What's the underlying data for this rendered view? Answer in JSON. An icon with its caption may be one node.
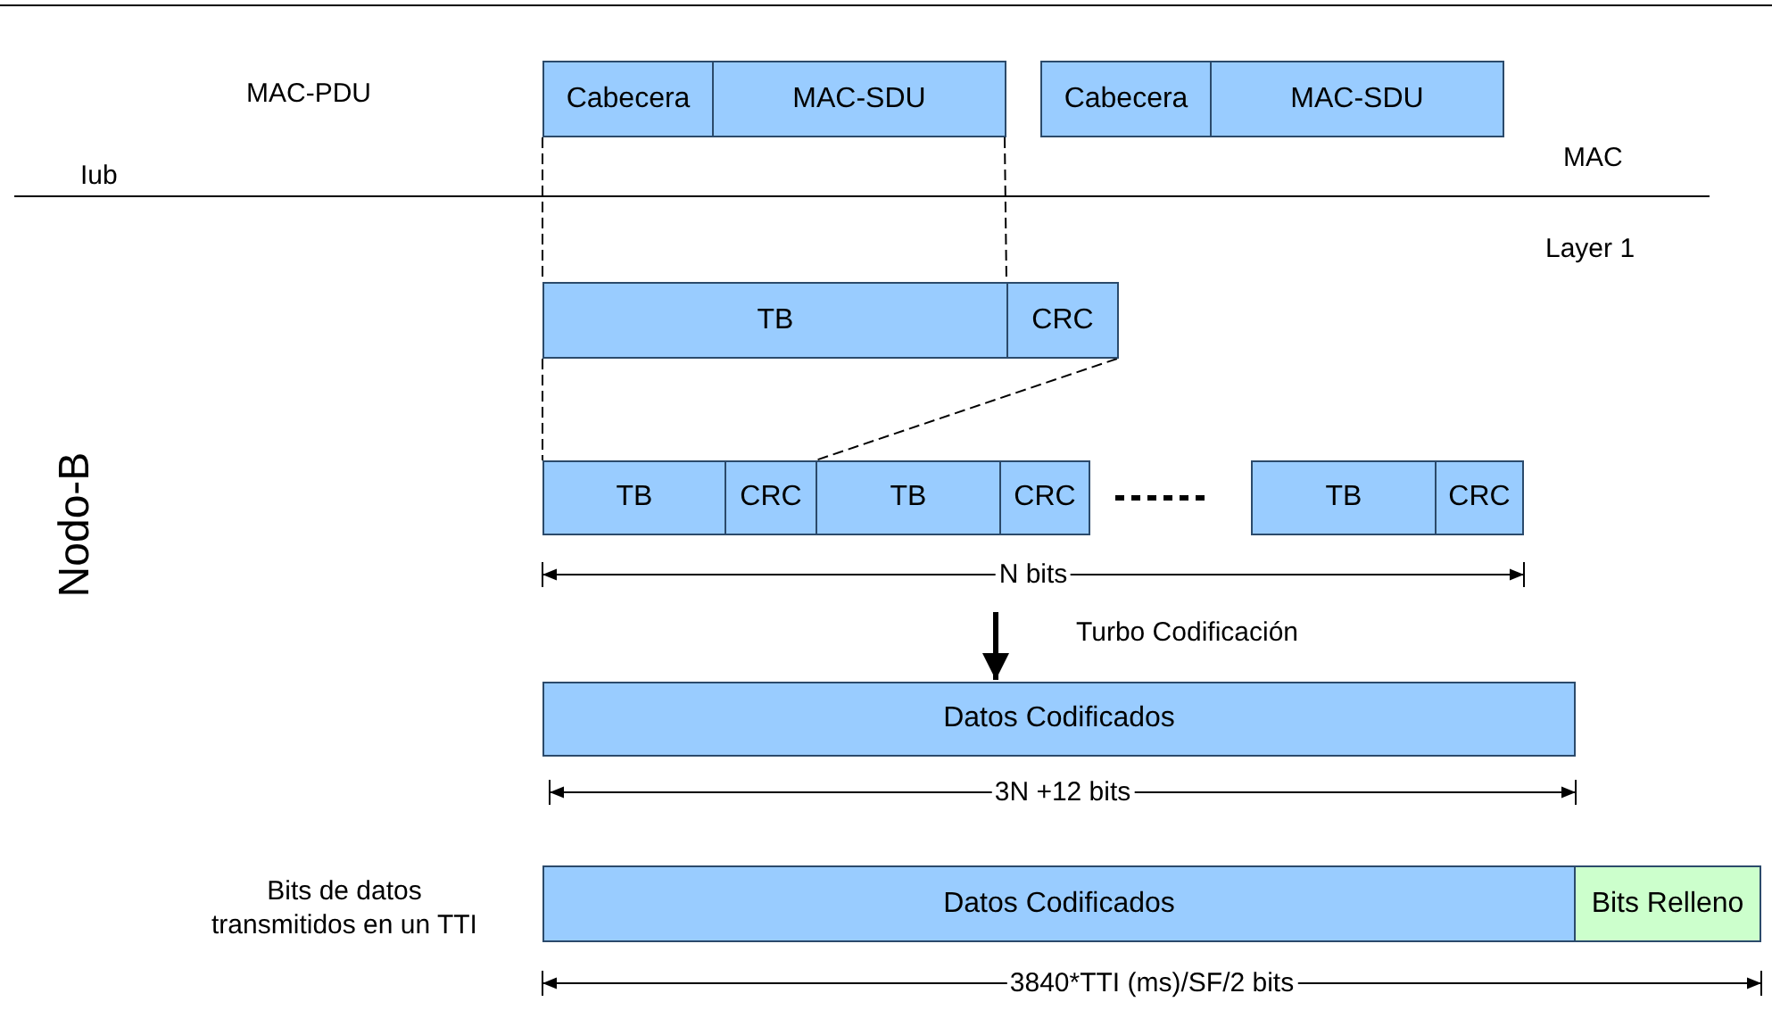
{
  "diagram": {
    "nodes": [
      {
        "text": [
          "Cabecera"
        ]
      },
      {
        "text": [
          "MAC-SDU"
        ]
      },
      {
        "text": [
          "Cabecera"
        ]
      },
      {
        "text": [
          "MAC-SDU"
        ]
      },
      {
        "text": [
          "TB"
        ]
      },
      {
        "text": [
          "CRC"
        ]
      },
      {
        "text": [
          "TB"
        ]
      },
      {
        "text": [
          "CRC"
        ]
      },
      {
        "text": [
          "TB"
        ]
      },
      {
        "text": [
          "CRC"
        ]
      },
      {
        "text": [
          "TB"
        ]
      },
      {
        "text": [
          "CRC"
        ]
      },
      {
        "text": [
          "Datos Codificados"
        ]
      },
      {
        "text": [
          "Datos Codificados"
        ]
      },
      {
        "text": [
          "Bits Relleno"
        ]
      }
    ],
    "edges": [
      {
        "from": 0,
        "to": 4,
        "arrow": "none",
        "style": "dashed"
      },
      {
        "from": 1,
        "to": 4,
        "arrow": "none",
        "style": "dashed"
      },
      {
        "from": 4,
        "to": 6,
        "arrow": "none",
        "style": "dashed"
      },
      {
        "from": 5,
        "to": 7,
        "arrow": "none",
        "style": "dashed"
      },
      {
        "from": null,
        "to": 12,
        "arrow": "to",
        "label": "Turbo Codificación",
        "style": "thick"
      }
    ],
    "labels": [
      "MAC-PDU",
      "Iub",
      "MAC",
      "Layer 1",
      "Nodo-B",
      "N bits",
      "3N +12 bits",
      "Bits de datos transmitidos en un TTI",
      "3840*TTI (ms)/SF/2 bits"
    ]
  }
}
